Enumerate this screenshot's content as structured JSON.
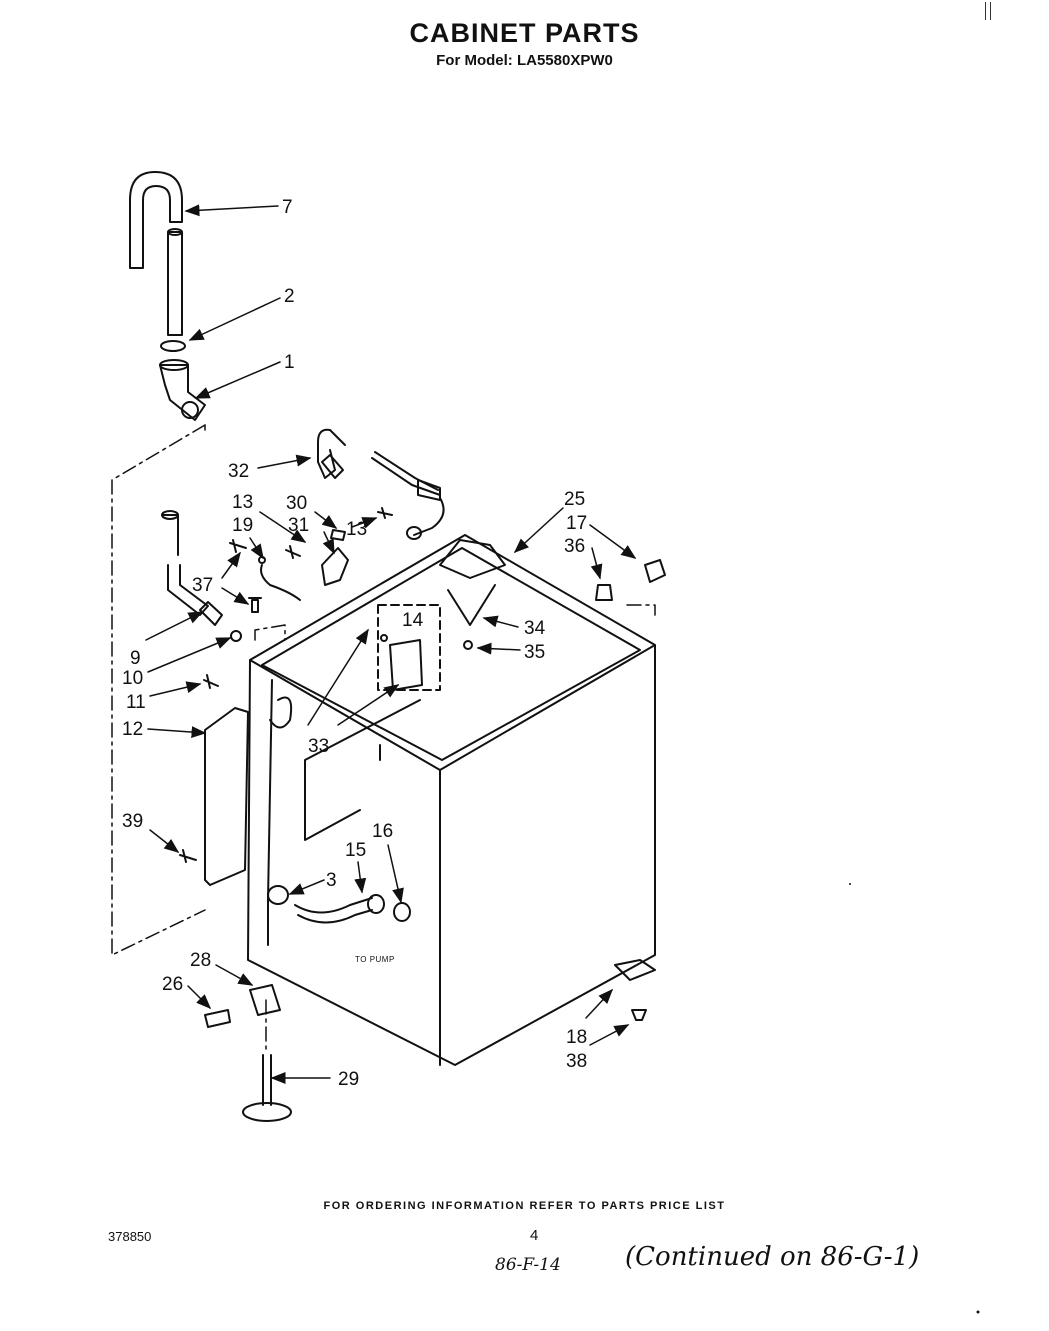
{
  "title": "CABINET PARTS",
  "subtitle": "For Model: LA5580XPW0",
  "labels": {
    "n7": "7",
    "n2": "2",
    "n1": "1",
    "n32": "32",
    "n13a": "13",
    "n30": "30",
    "n31": "31",
    "n13b": "13",
    "n19": "19",
    "n25": "25",
    "n17": "17",
    "n36": "36",
    "n37": "37",
    "n14": "14",
    "n34": "34",
    "n35": "35",
    "n9": "9",
    "n10": "10",
    "n11": "11",
    "n12": "12",
    "n33": "33",
    "n39": "39",
    "n16": "16",
    "n15": "15",
    "n3": "3",
    "n28": "28",
    "n26": "26",
    "n18": "18",
    "n38": "38",
    "n29": "29"
  },
  "to_pump": "TO PUMP",
  "footer_note": "FOR ORDERING INFORMATION REFER TO PARTS PRICE LIST",
  "doc_number": "378850",
  "page_number": "4",
  "handwritten_code": "86-F-14",
  "handwritten_continued": "(Continued on 86-G-1)"
}
